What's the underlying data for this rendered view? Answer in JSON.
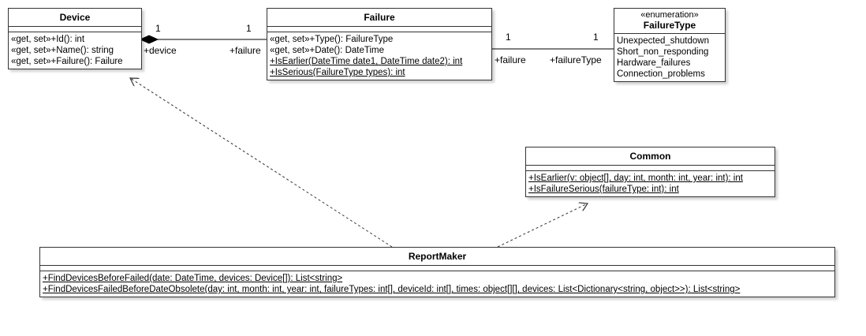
{
  "classes": {
    "device": {
      "name": "Device",
      "attributes": [],
      "operations": [
        "«get, set»+Id(): int",
        "«get, set»+Name(): string",
        "«get, set»+Failure(): Failure"
      ]
    },
    "failure": {
      "name": "Failure",
      "attributes": [],
      "operations": [
        "«get, set»+Type(): FailureType",
        "«get, set»+Date(): DateTime",
        "+IsEarlier(DateTime date1, DateTime date2): int",
        "+IsSerious(FailureType types): int"
      ]
    },
    "failure_type": {
      "stereotype": "«enumeration»",
      "name": "FailureType",
      "literals": [
        "Unexpected_shutdown",
        "Short_non_responding",
        "Hardware_failures",
        "Connection_problems"
      ]
    },
    "common": {
      "name": "Common",
      "attributes": [],
      "operations": [
        "+IsEarlier(v: object[], day: int, month: int, year: int): int",
        "+IsFailureSerious(failureType: int): int"
      ]
    },
    "report_maker": {
      "name": "ReportMaker",
      "attributes": [],
      "operations": [
        "+FindDevicesBeforeFailed(date: DateTime, devices: Device[]): List<string>",
        "+FindDevicesFailedBeforeDateObsolete(day: int, month: int, year: int, failureTypes: int[], deviceId: int[], times: object[][], devices: List<Dictionary<string, object>>): List<string>"
      ]
    }
  },
  "associations": {
    "device_failure": {
      "left_multiplicity": "1",
      "left_role": "+device",
      "right_multiplicity": "1",
      "right_role": "+failure"
    },
    "failure_failuretype": {
      "left_multiplicity": "1",
      "left_role": "+failure",
      "right_multiplicity": "1",
      "right_role": "+failureType"
    }
  }
}
